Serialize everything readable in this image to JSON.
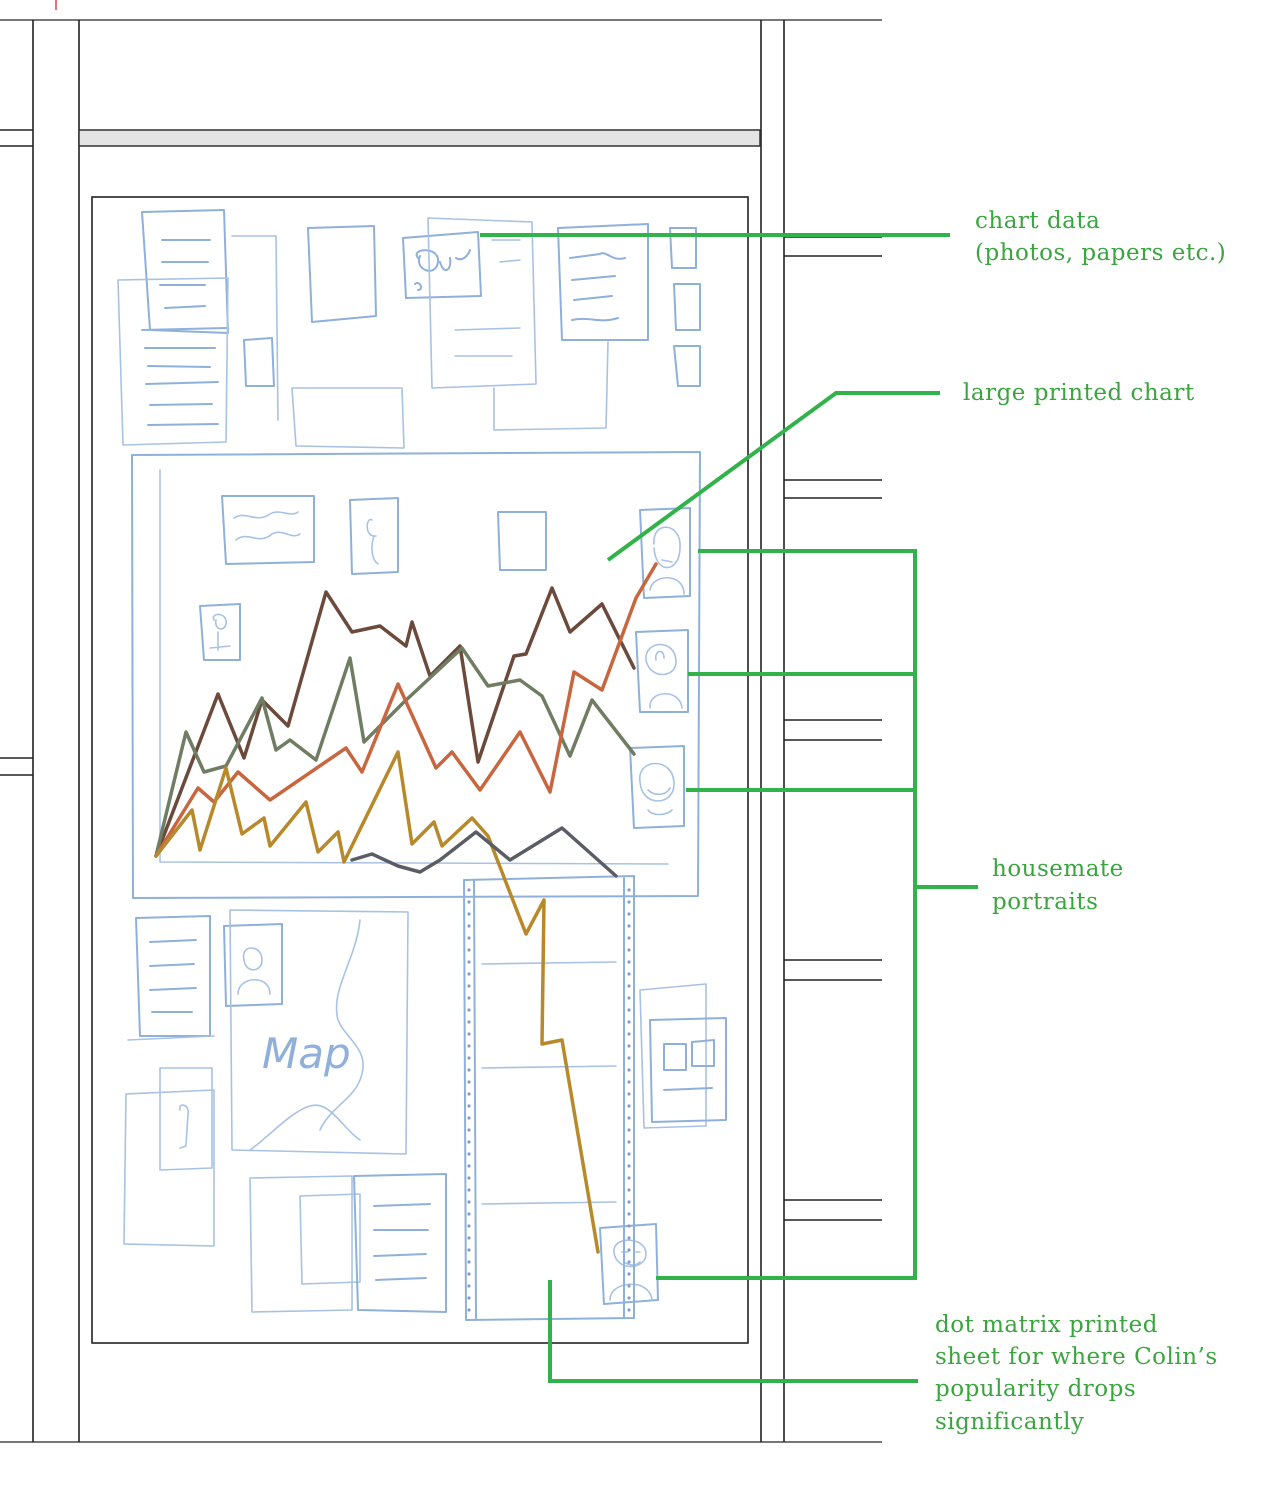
{
  "annotations": {
    "chart_data_line1": "chart data",
    "chart_data_line2": "(photos, papers etc.)",
    "large_chart": "large printed chart",
    "portraits_line1": "housemate",
    "portraits_line2": "portraits",
    "dot_matrix_line1": "dot matrix printed",
    "dot_matrix_line2": "sheet for where Colin’s",
    "dot_matrix_line3": "popularity drops",
    "dot_matrix_line4": "significantly"
  },
  "board": {
    "map_label": "Map"
  },
  "colors": {
    "annotation_green": "#31b24a",
    "pencil_blue": "#8fb0da",
    "series_brown": "#6b4a3c",
    "series_olive": "#6f7d62",
    "series_orange": "#c8663f",
    "series_mustard": "#b8892a",
    "series_grey": "#5a5c66"
  }
}
